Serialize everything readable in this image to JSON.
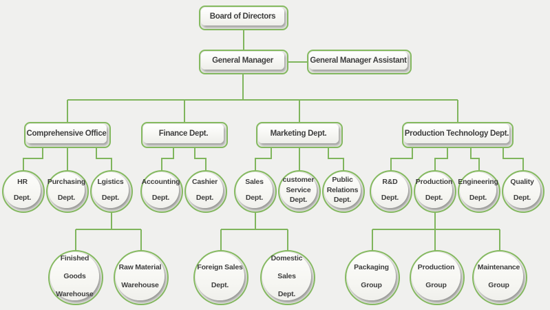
{
  "palette": {
    "line_green": "#7fb55c",
    "border_green": "#85ba60",
    "node_fill": "#f6f6f2",
    "background": "#f0f0ee",
    "text": "#3e3e3e"
  },
  "nodes": {
    "board": {
      "label": "Board of Directors"
    },
    "general_manager": {
      "label": "General Manager"
    },
    "general_manager_assistant": {
      "label": "General Manager Assistant"
    },
    "comprehensive_office": {
      "label": "Comprehensive Office"
    },
    "finance": {
      "label": "Finance Dept."
    },
    "marketing": {
      "label": "Marketing Dept."
    },
    "production_technology": {
      "label": "Production Technology Dept."
    },
    "hr": {
      "label": "HR\nDept."
    },
    "purchasing": {
      "label": "Purchasing\nDept."
    },
    "lgistics": {
      "label": "Lgistics\nDept."
    },
    "accounting": {
      "label": "Accounting\nDept."
    },
    "cashier": {
      "label": "Cashier\nDept."
    },
    "sales": {
      "label": "Sales\nDept."
    },
    "customer_service": {
      "label": "customer\nService\nDept."
    },
    "public_relations": {
      "label": "Public\nRelations\nDept."
    },
    "rnd": {
      "label": "R&D\nDept."
    },
    "production": {
      "label": "Production\nDept."
    },
    "engineering": {
      "label": "Engineering\nDept."
    },
    "quality": {
      "label": "Quality\nDept."
    },
    "finished_goods_warehouse": {
      "label": "Finished Goods\nWarehouse"
    },
    "raw_material_warehouse": {
      "label": "Raw Material\nWarehouse"
    },
    "foreign_sales": {
      "label": "Foreign Sales\nDept."
    },
    "domestic_sales": {
      "label": "Domestic Sales\nDept."
    },
    "packaging_group": {
      "label": "Packaging\nGroup"
    },
    "production_group": {
      "label": "Production\nGroup"
    },
    "maintenance_group": {
      "label": "Maintenance\nGroup"
    }
  }
}
